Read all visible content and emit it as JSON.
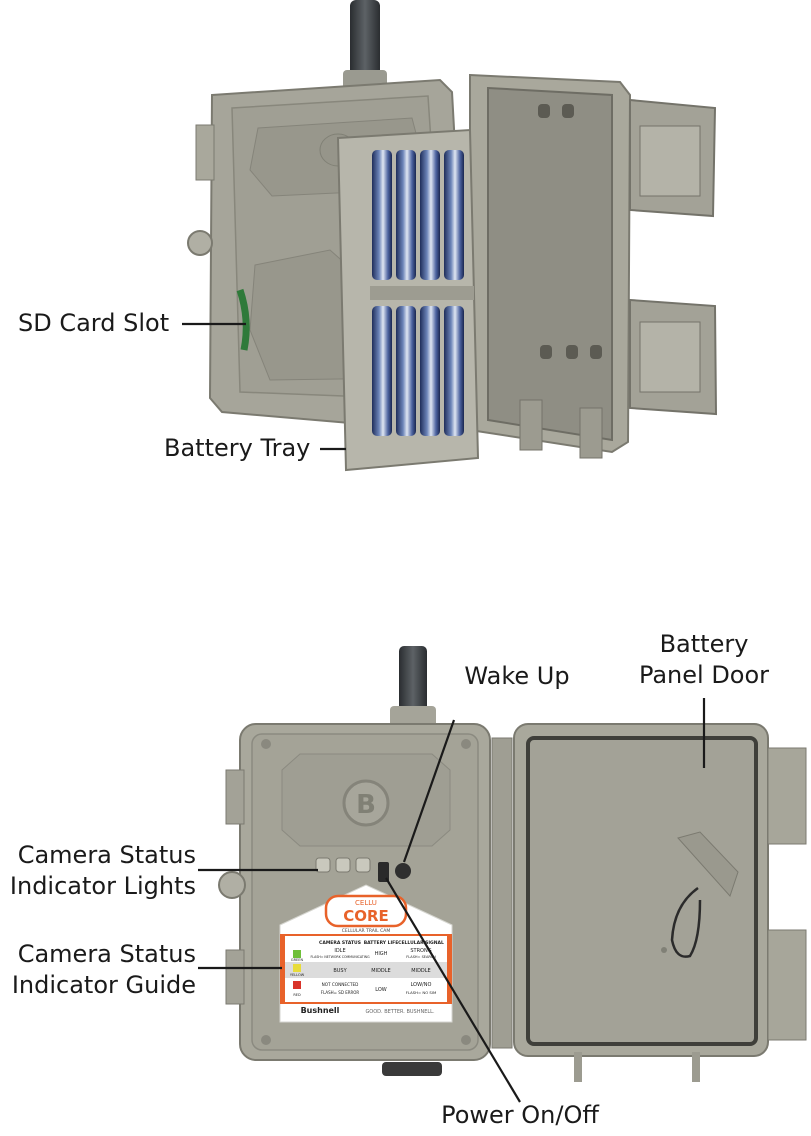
{
  "callouts": {
    "sd_card_slot": "SD Card Slot",
    "battery_tray": "Battery Tray",
    "wake_up": "Wake Up",
    "battery_panel_door": [
      "Battery",
      "Panel Door"
    ],
    "camera_status_lights": [
      "Camera Status",
      "Indicator Lights"
    ],
    "camera_status_guide": [
      "Camera Status",
      "Indicator Guide"
    ],
    "power_on_off": "Power On/Off"
  },
  "label_card": {
    "brand_top": "CELLU",
    "brand_main": "CORE",
    "tagline": "CELLULAR TRAIL CAM",
    "headers": [
      "CAMERA STATUS",
      "BATTERY LIFE",
      "CELLULAR SIGNAL"
    ],
    "rows": [
      {
        "color_name": "GREEN",
        "color": "#6fbf3a",
        "status": "IDLE",
        "status_sub": "FLASH= NETWORK COMMUNICATING",
        "battery": "HIGH",
        "signal": "STRONG",
        "signal_sub": "FLASH= SEARCH"
      },
      {
        "color_name": "YELLOW",
        "color": "#e8dc3a",
        "status": "BUSY",
        "status_sub": "",
        "battery": "MIDDLE",
        "signal": "MIDDLE",
        "signal_sub": ""
      },
      {
        "color_name": "RED",
        "color": "#d9332a",
        "status": "NOT CONNECTED",
        "status_sub": "FLASH= SD ERROR",
        "battery": "LOW",
        "signal": "LOW/NO",
        "signal_sub": "FLASH= NO SIM"
      }
    ],
    "footer_brand": "Bushnell",
    "footer_slogan": "GOOD. BETTER. BUSHNELL."
  },
  "logo_letter": "B",
  "colors": {
    "housing": "#a9a89c",
    "housing_dark": "#8e8d82",
    "accent_orange": "#e8622a"
  }
}
